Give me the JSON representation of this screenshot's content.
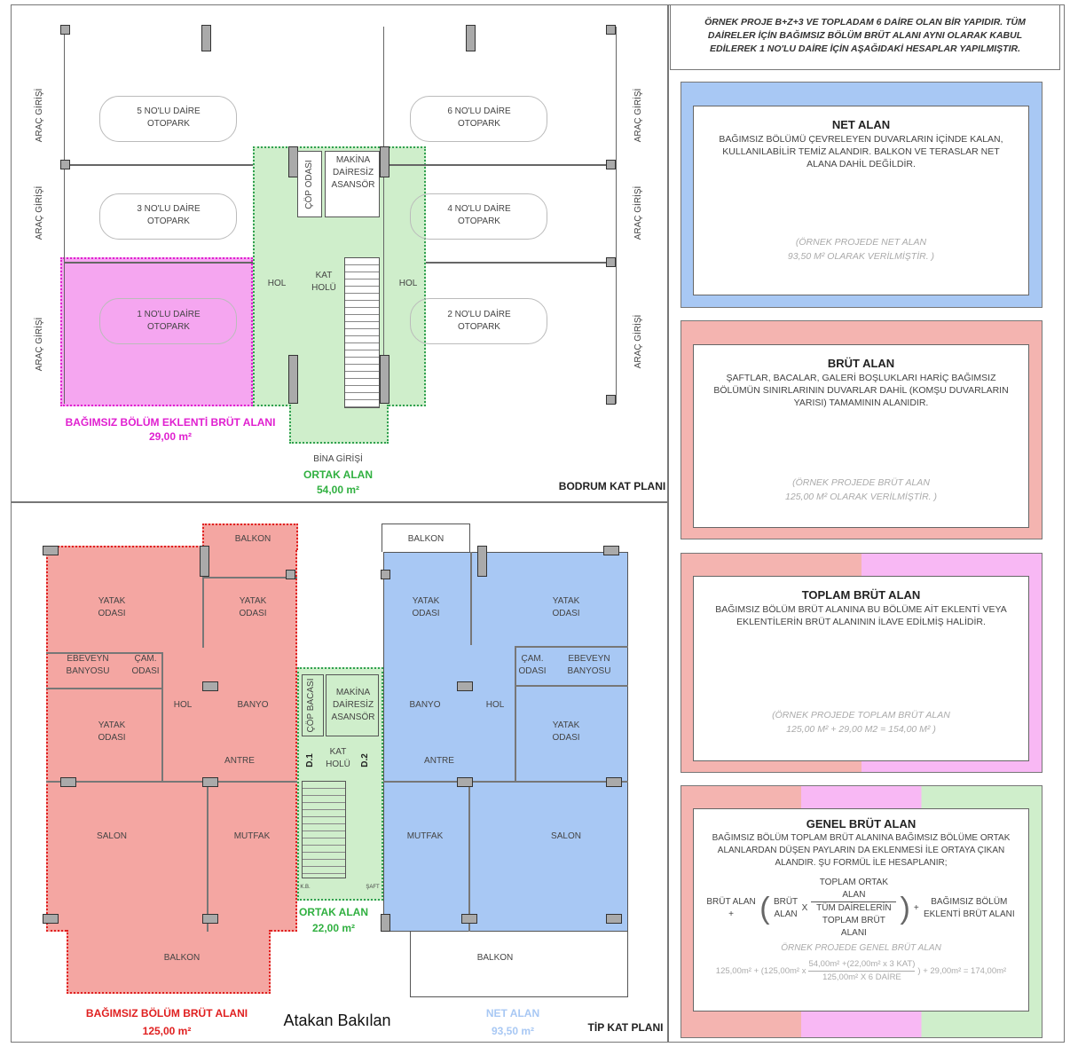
{
  "header": "ÖRNEK PROJE B+Z+3 VE TOPLADAM 6 DAİRE OLAN BİR YAPIDIR. TÜM DAİRELER İÇİN BAĞIMSIZ BÖLÜM BRÜT ALANI AYNI OLARAK KABUL EDİLEREK 1 NO'LU DAİRE İÇİN AŞAĞIDAKİ HESAPLAR YAPILMIŞTIR.",
  "panels": {
    "net": {
      "title": "NET ALAN",
      "text": "BAĞIMSIZ BÖLÜMÜ ÇEVRELEYEN DUVARLARIN İÇİNDE KALAN, KULLANILABİLİR TEMİZ ALANDIR. BALKON VE TERASLAR NET ALANA DAHİL DEĞİLDİR.",
      "note1": "(ÖRNEK PROJEDE NET ALAN",
      "note2": "93,50 M² OLARAK VERİLMİŞTİR. )"
    },
    "brut": {
      "title": "BRÜT ALAN",
      "text": "ŞAFTLAR, BACALAR, GALERİ BOŞLUKLARI HARİÇ BAĞIMSIZ BÖLÜMÜN SINIRLARININ DUVARLAR DAHİL (KOMŞU DUVARLARIN YARISI) TAMAMININ ALANIDIR.",
      "note1": "(ÖRNEK PROJEDE BRÜT ALAN",
      "note2": "125,00 M² OLARAK VERİLMİŞTİR. )"
    },
    "toplam": {
      "title": "TOPLAM BRÜT ALAN",
      "text": "BAĞIMSIZ BÖLÜM BRÜT ALANINA BU BÖLÜME AİT EKLENTİ VEYA EKLENTİLERİN BRÜT ALANININ İLAVE EDİLMİŞ HALİDİR.",
      "note1": "(ÖRNEK PROJEDE TOPLAM BRÜT ALAN",
      "note2": "125,00 M² + 29,00 M2 = 154,00 M² )"
    },
    "genel": {
      "title": "GENEL BRÜT ALAN",
      "text": "BAĞIMSIZ BÖLÜM TOPLAM BRÜT ALANINA BAĞIMSIZ BÖLÜME ORTAK ALANLARDAN DÜŞEN PAYLARIN DA EKLENMESİ İLE ORTAYA ÇIKAN ALANDIR. ŞU FORMÜL İLE HESAPLANIR;",
      "f_a": "BRÜT ALAN +",
      "f_b": "BRÜT ALAN",
      "f_x": "X",
      "f_num": "TOPLAM ORTAK ALAN",
      "f_den": "TÜM DAİRELERİN TOPLAM BRÜT ALANI",
      "f_plus": "+",
      "f_c": "BAĞIMSIZ BÖLÜM EKLENTİ BRÜT ALANI",
      "ex_title": "ÖRNEK PROJEDE GENEL BRÜT ALAN",
      "ex_a": "125,00m² + (125,00m² x",
      "ex_num": "54,00m² +(22,00m² x 3 KAT)",
      "ex_den": "125,00m² X 6 DAİRE",
      "ex_c": ") + 29,00m² = 174,00m²"
    }
  },
  "basement": {
    "title": "BODRUM KAT PLANI",
    "parking": [
      "5 NO'LU DAİRE OTOPARK",
      "6 NO'LU DAİRE OTOPARK",
      "3 NO'LU DAİRE OTOPARK",
      "4 NO'LU DAİRE OTOPARK",
      "1 NO'LU DAİRE OTOPARK",
      "2 NO'LU DAİRE OTOPARK"
    ],
    "car_entry": "ARAÇ GİRİŞİ",
    "rooms": {
      "cop": "ÇÖP ODASI",
      "makina": "MAKİNA DAİRESİZ ASANSÖR",
      "hol": "HOL",
      "kat_holu": "KAT HOLÜ"
    },
    "annex_label": "BAĞIMSIZ BÖLÜM EKLENTİ BRÜT ALANI",
    "annex_area": "29,00 m²",
    "entrance": "BİNA GİRİŞİ",
    "common_label": "ORTAK ALAN",
    "common_area": "54,00 m²"
  },
  "typical": {
    "title": "TİP KAT PLANI",
    "rooms": {
      "balkon": "BALKON",
      "yatak": "YATAK ODASI",
      "ebeveyn": "EBEVEYN BANYOSU",
      "cam": "ÇAM. ODASI",
      "hol": "HOL",
      "banyo": "BANYO",
      "antre": "ANTRE",
      "salon": "SALON",
      "mutfak": "MUTFAK",
      "cop_baca": "ÇÖP BACASI",
      "makina": "MAKİNA DAİRESİZ ASANSÖR",
      "kat_holu": "KAT HOLÜ",
      "d1": "D.1",
      "d2": "D.2",
      "kb": "K.B.",
      "saft": "ŞAFT"
    },
    "gross_label": "BAĞIMSIZ BÖLÜM BRÜT ALANI",
    "gross_area": "125,00 m²",
    "common_label": "ORTAK ALAN",
    "common_area": "22,00 m²",
    "net_label": "NET ALAN",
    "net_area": "93,50 m²"
  },
  "author": "Atakan Bakılan",
  "colors": {
    "net": "#a8c8f4",
    "brut": "#f4b4b0",
    "toplam": "#f8b8f4",
    "genel": "#cfeecb",
    "annex": "#e020d0",
    "common": "#30b040",
    "gross": "#e02020"
  }
}
